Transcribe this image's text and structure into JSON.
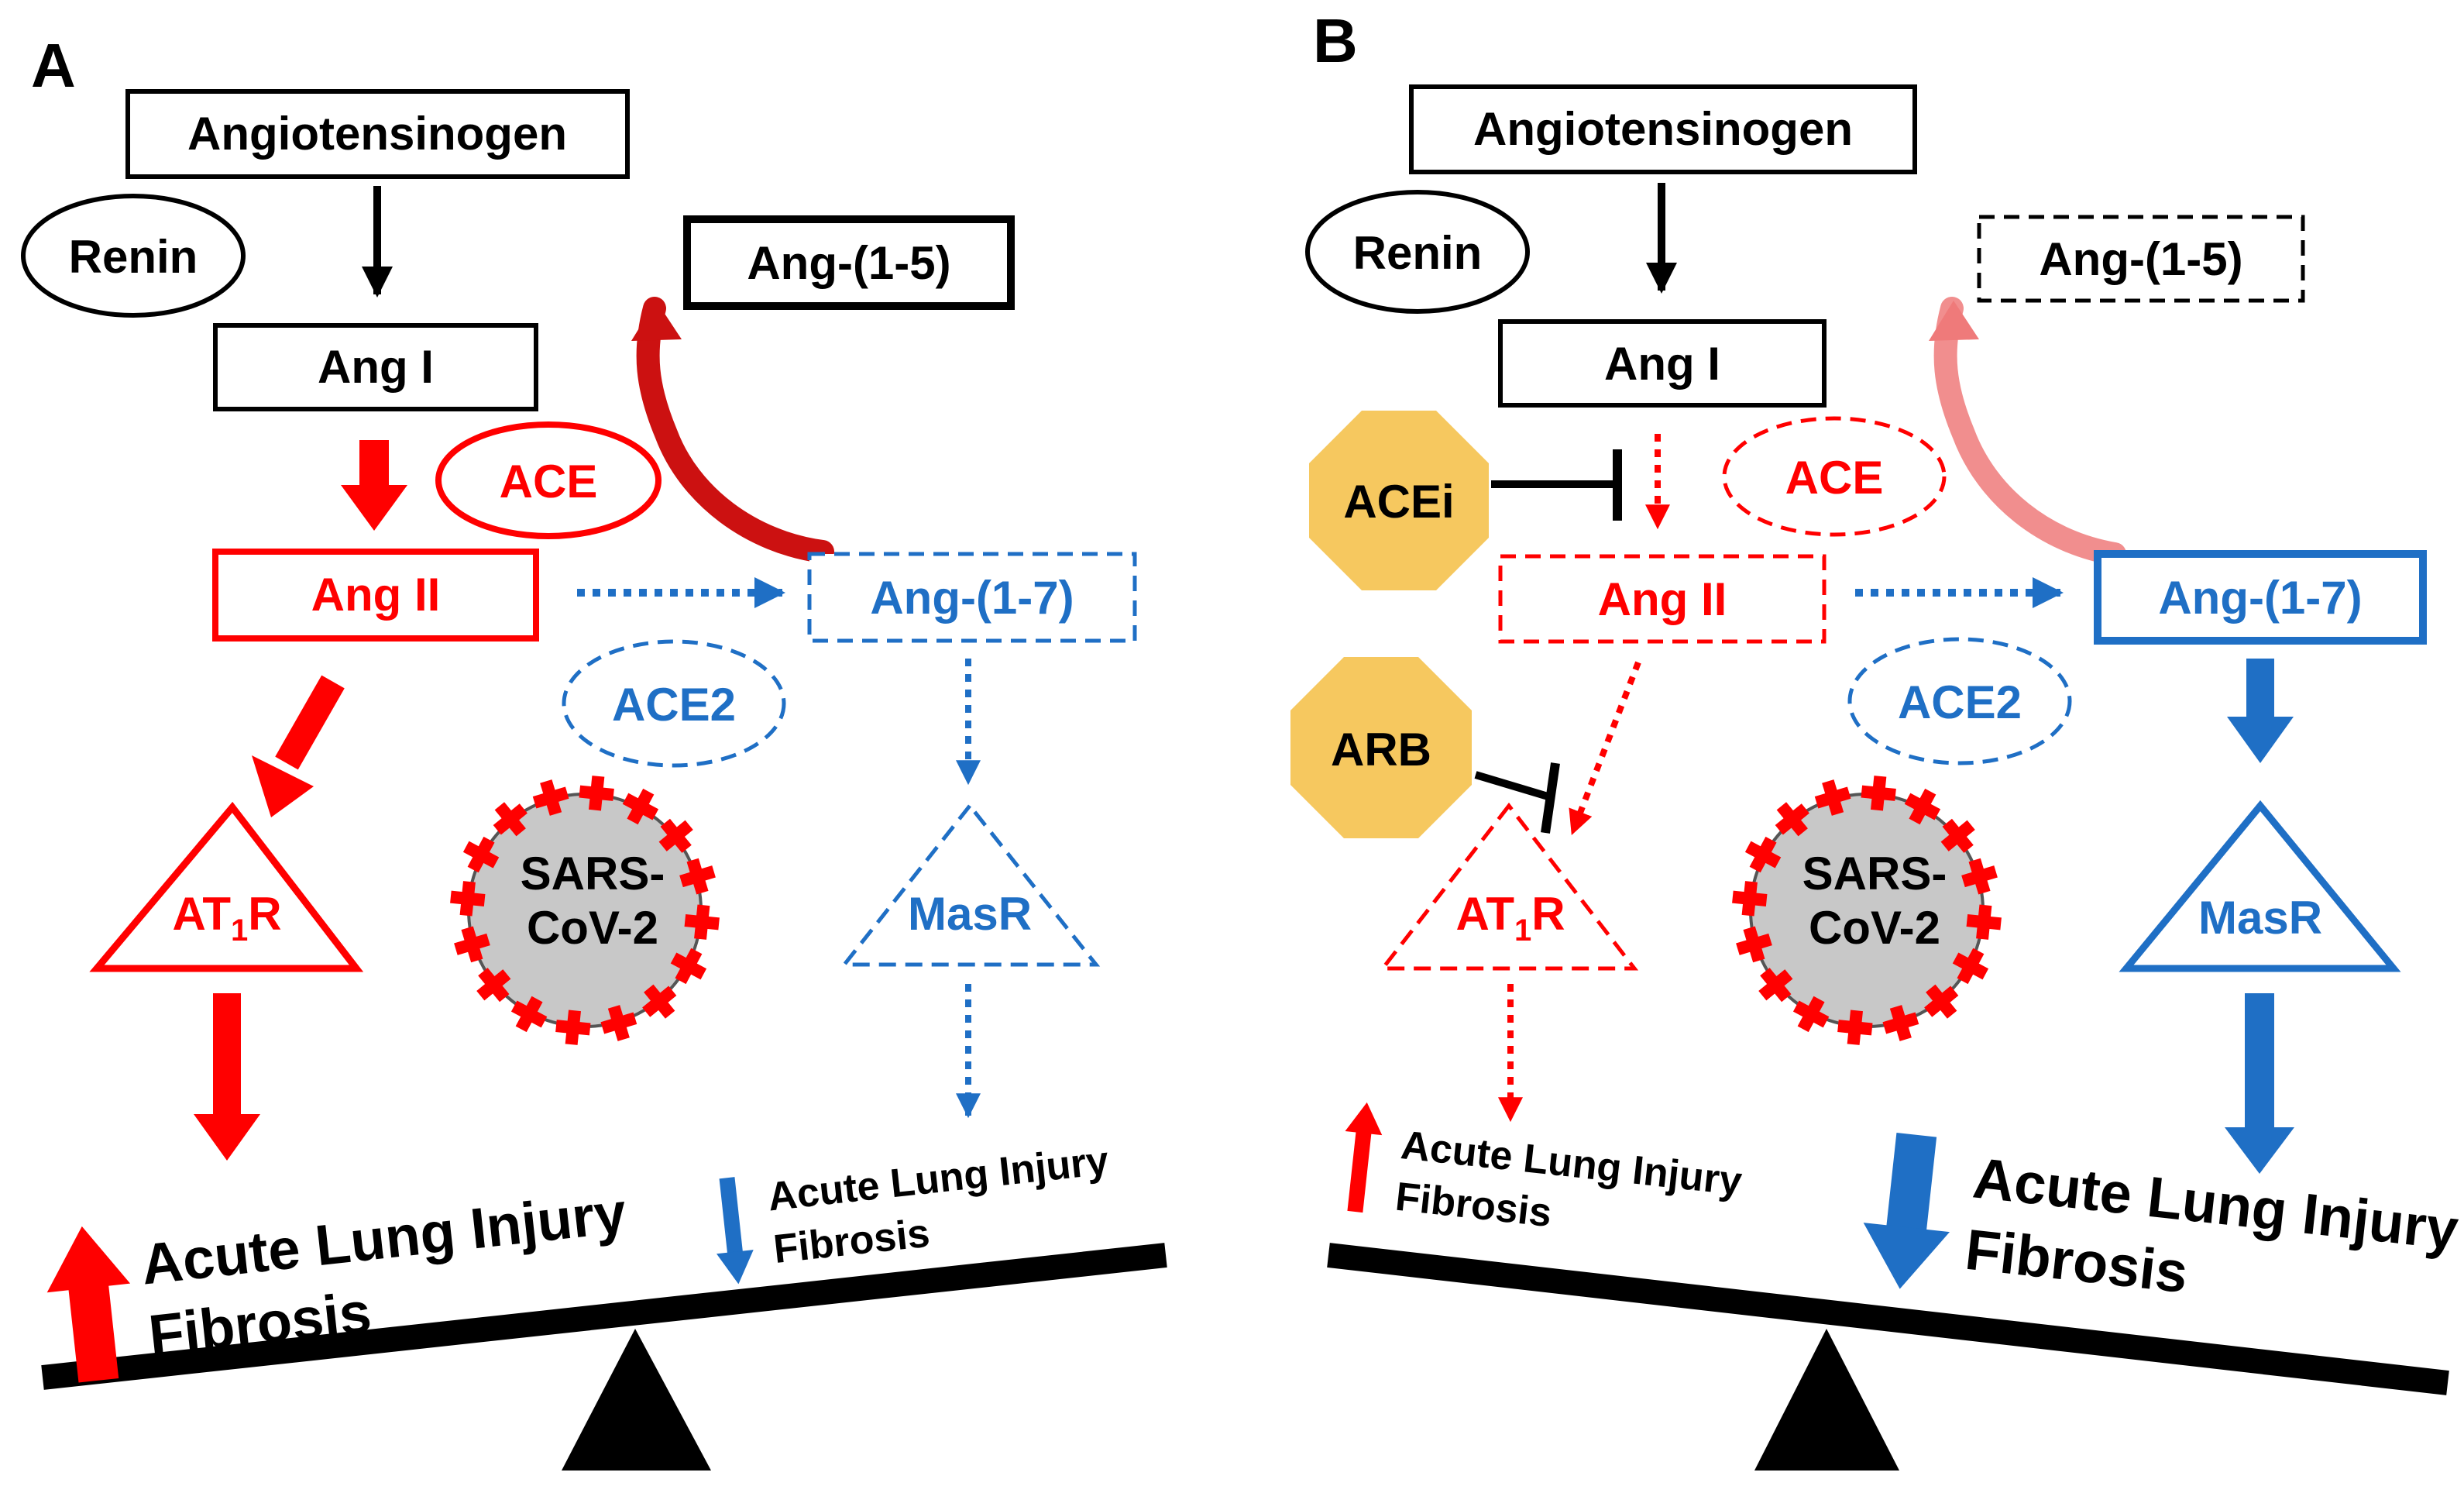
{
  "colors": {
    "red": "#ff0000",
    "dark_red": "#cc1111",
    "blue": "#1f6fc5",
    "black": "#000000",
    "gold": "#f6c85f",
    "virus_gray": "#c8c8c8"
  },
  "panel_a": {
    "letter": "A",
    "angiotensinogen": "Angiotensinogen",
    "renin": "Renin",
    "ang1": "Ang I",
    "ang15": "Ang-(1-5)",
    "ace": "ACE",
    "ang2": "Ang II",
    "ang17": "Ang-(1-7)",
    "ace2": "ACE2",
    "at1r_main": "AT",
    "at1r_sub": "1",
    "at1r_end": "R",
    "virus_line1": "SARS-",
    "virus_line2": "CoV-2",
    "masr": "MasR",
    "left_outcome_line1": "Acute Lung Injury",
    "left_outcome_line2": "Fibrosis",
    "right_outcome_line1": "Acute Lung Injury",
    "right_outcome_line2": "Fibrosis"
  },
  "panel_b": {
    "letter": "B",
    "angiotensinogen": "Angiotensinogen",
    "renin": "Renin",
    "ang1": "Ang I",
    "ang15": "Ang-(1-5)",
    "acei": "ACEi",
    "ace": "ACE",
    "ang2": "Ang II",
    "ang17": "Ang-(1-7)",
    "arb": "ARB",
    "ace2": "ACE2",
    "at1r_main": "AT",
    "at1r_sub": "1",
    "at1r_end": "R",
    "virus_line1": "SARS-",
    "virus_line2": "CoV-2",
    "masr": "MasR",
    "left_outcome_line1": "Acute Lung Injury",
    "left_outcome_line2": "Fibrosis",
    "right_outcome_line1": "Acute Lung Injury",
    "right_outcome_line2": "Fibrosis"
  }
}
